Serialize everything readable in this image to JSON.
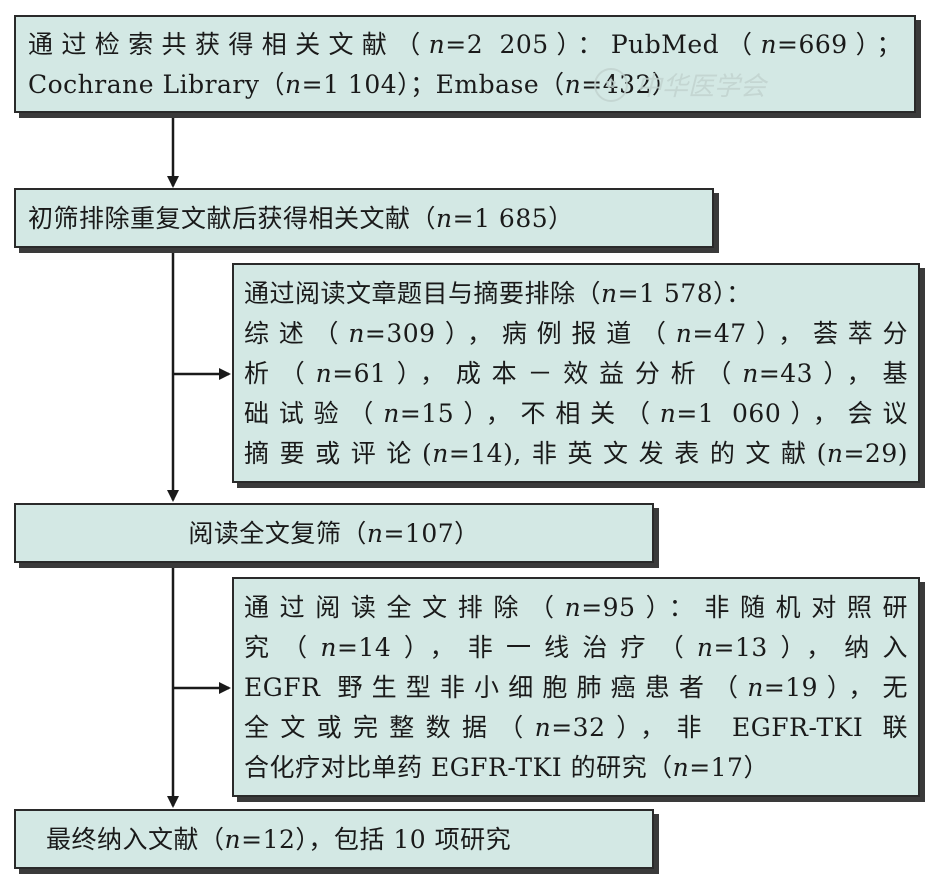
{
  "flowchart": {
    "box1": {
      "line1": {
        "a": "通过检索共获得相关文献（",
        "b": "=2 205）：PubMed（",
        "c": "=669）；"
      },
      "line2": {
        "a": "Cochrane Library（",
        "b": "=1 104）；Embase（",
        "c": "=432）"
      }
    },
    "box2": {
      "a": "初筛排除重复文献后获得相关文献（",
      "b": "=1 685）"
    },
    "box3": {
      "l1": {
        "a": "通过阅读文章题目与摘要排除（",
        "b": "=1 578）："
      },
      "l2": {
        "a": "综述（",
        "b": "=309），病例报道（",
        "c": "=47），荟萃分"
      },
      "l3": {
        "a": "析（",
        "b": "=61），成本－效益分析（",
        "c": "=43），基"
      },
      "l4": {
        "a": "础试验（",
        "b": "=15），不相关（",
        "c": "=1 060），会议"
      },
      "l5": {
        "a": "摘要或评论(",
        "b": "=14),非英文发表的文献(",
        "c": "=29)"
      }
    },
    "box4": {
      "a": "阅读全文复筛（",
      "b": "=107）"
    },
    "box5": {
      "l1": {
        "a": "通过阅读全文排除（",
        "b": "=95）：非随机对照研"
      },
      "l2": {
        "a": "究（",
        "b": "=14），非一线治疗（",
        "c": "=13），纳入"
      },
      "l3": {
        "a": "EGFR 野生型非小细胞肺癌患者（",
        "b": "=19），无"
      },
      "l4": {
        "a": "全文或完整数据（",
        "b": "=32），非 EGFR-TKI 联"
      },
      "l5": {
        "a": "合化疗对比单药 EGFR-TKI 的研究（",
        "b": "=17）"
      }
    },
    "box6": {
      "a": "最终纳入文献（",
      "b": "=12），包括 10 项研究"
    },
    "n_symbol": "n",
    "watermark": "中华医学会"
  },
  "colors": {
    "box_fill": "#d3e8e4",
    "border": "#2a2a2a",
    "arrow": "#1a1a1a"
  }
}
